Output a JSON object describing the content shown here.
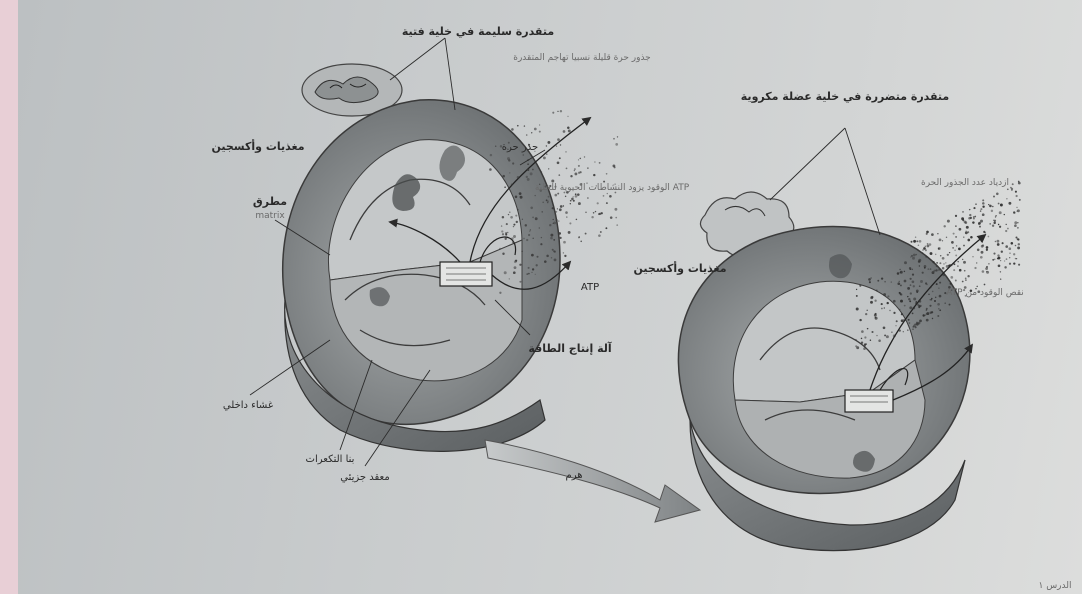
{
  "healthy": {
    "heading": "متقدرة سليمة في خلية فتية",
    "label_free_radicals": "جذور حرة قليلة نسبيا تهاجم المتقدرة",
    "label_free_root": "جذر حرة",
    "label_atp_fuel": "ATP الوقود يزود النشاطات الحيوية للخلية",
    "label_nutrients": "مغذيات وأكسجين",
    "label_matrix": "مطرق",
    "label_matrix_en": "matrix",
    "label_atp": "ATP",
    "label_machine": "آلة إنتاج الطاقة",
    "label_inner_membrane": "غشاء داخلي",
    "label_cristae": "بنا التكعرات",
    "label_complex": "معقد جزيئي"
  },
  "damaged": {
    "heading": "متقدرة متضررة في خلية عضلة مكروية",
    "label_free_radicals": "ازدياد عدد الجذور الحرة",
    "label_nutrients": "مغذيات وأكسجين",
    "label_atp_low": "نقص الوقود من ATP"
  },
  "aging_label": "هرم",
  "page_footer": "الدرس ١"
}
